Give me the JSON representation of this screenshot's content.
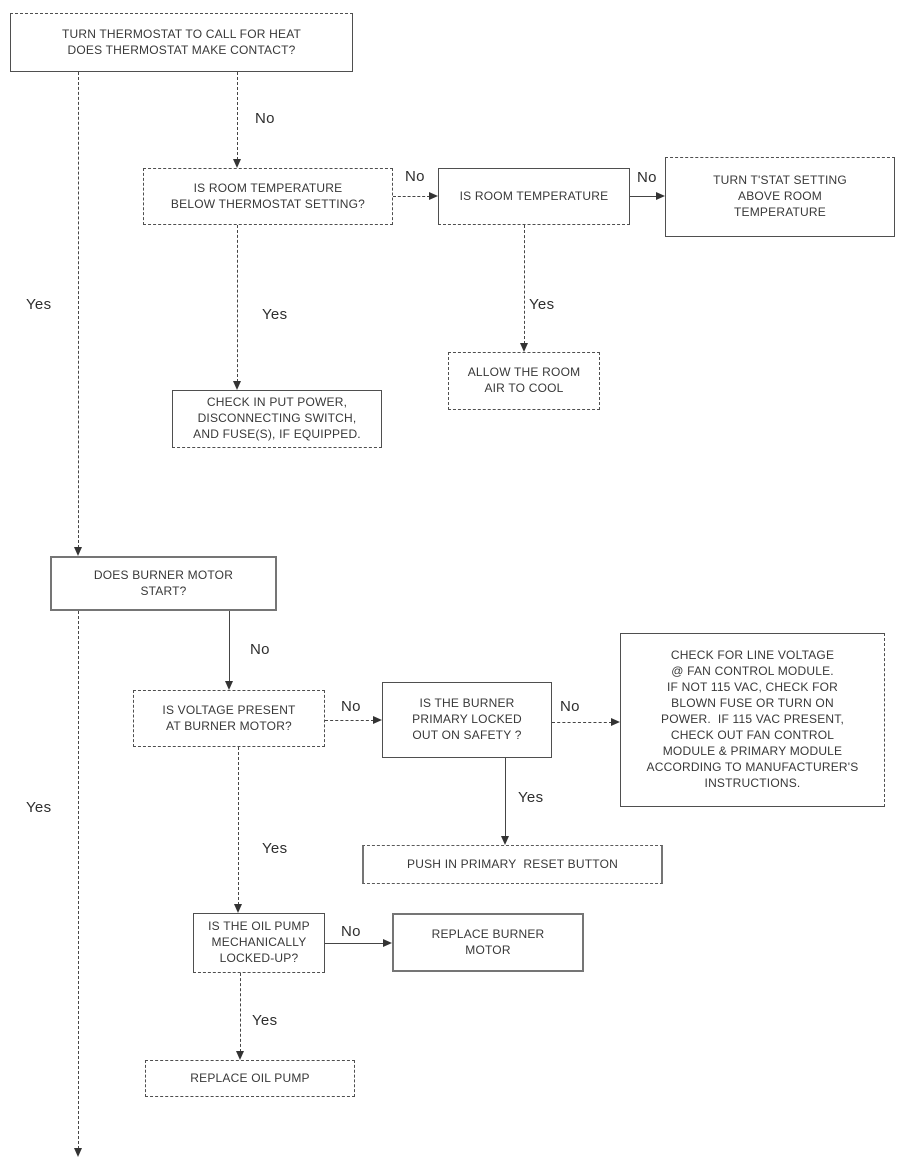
{
  "colors": {
    "background": "#ffffff",
    "ink": "#383838",
    "line": "#454545",
    "box_border": "#4f4f4f"
  },
  "diagram": {
    "type": "flowchart",
    "subject": "oil burner / thermostat heat call troubleshooting",
    "nodes": [
      {
        "id": "thermostat-contact",
        "text": "TURN THERMOSTAT TO CALL FOR HEAT\nDOES THERMOSTAT MAKE CONTACT?"
      },
      {
        "id": "room-temp-below",
        "text": "IS ROOM TEMPERATURE\nBELOW THERMOSTAT SETTING?"
      },
      {
        "id": "room-temperature",
        "text": "IS ROOM TEMPERATURE"
      },
      {
        "id": "tstat-above-room",
        "text": "TURN T'STAT SETTING\nABOVE ROOM\nTEMPERATURE"
      },
      {
        "id": "allow-room-cool",
        "text": "ALLOW THE ROOM\nAIR TO COOL"
      },
      {
        "id": "check-input-power",
        "text": "CHECK IN PUT POWER,\nDISCONNECTING SWITCH,\nAND FUSE(S), IF EQUIPPED."
      },
      {
        "id": "burner-motor-start",
        "text": "DOES BURNER MOTOR\nSTART?"
      },
      {
        "id": "voltage-at-burner",
        "text": "IS VOLTAGE PRESENT\nAT BURNER MOTOR?"
      },
      {
        "id": "primary-locked-out",
        "text": "IS THE BURNER\nPRIMARY LOCKED\nOUT ON SAFETY ?"
      },
      {
        "id": "check-line-voltage",
        "text": "CHECK FOR LINE VOLTAGE\n@ FAN CONTROL MODULE.\nIF NOT 115 VAC, CHECK FOR\nBLOWN FUSE OR TURN ON\nPOWER.  IF 115 VAC PRESENT,\nCHECK OUT FAN CONTROL\nMODULE & PRIMARY MODULE\nACCORDING TO MANUFACTURER'S\nINSTRUCTIONS."
      },
      {
        "id": "push-reset-button",
        "text": "PUSH IN PRIMARY  RESET BUTTON"
      },
      {
        "id": "oil-pump-locked",
        "text": "IS THE OIL PUMP\nMECHANICALLY\nLOCKED-UP?"
      },
      {
        "id": "replace-burner-motor",
        "text": "REPLACE BURNER\nMOTOR"
      },
      {
        "id": "replace-oil-pump",
        "text": "REPLACE OIL PUMP"
      }
    ],
    "edges": [
      {
        "from": "thermostat-contact",
        "to": "room-temp-below",
        "label": "No"
      },
      {
        "from": "thermostat-contact",
        "to": "burner-motor-start",
        "label": "Yes"
      },
      {
        "from": "room-temp-below",
        "to": "room-temperature",
        "label": "No"
      },
      {
        "from": "room-temp-below",
        "to": "check-input-power",
        "label": "Yes"
      },
      {
        "from": "room-temperature",
        "to": "tstat-above-room",
        "label": "No"
      },
      {
        "from": "room-temperature",
        "to": "allow-room-cool",
        "label": "Yes"
      },
      {
        "from": "burner-motor-start",
        "to": "voltage-at-burner",
        "label": "No"
      },
      {
        "from": "burner-motor-start",
        "to": "page-bottom",
        "label": "Yes"
      },
      {
        "from": "voltage-at-burner",
        "to": "primary-locked-out",
        "label": "No"
      },
      {
        "from": "voltage-at-burner",
        "to": "oil-pump-locked",
        "label": "Yes"
      },
      {
        "from": "primary-locked-out",
        "to": "check-line-voltage",
        "label": "No"
      },
      {
        "from": "primary-locked-out",
        "to": "push-reset-button",
        "label": "Yes"
      },
      {
        "from": "oil-pump-locked",
        "to": "replace-burner-motor",
        "label": "No"
      },
      {
        "from": "oil-pump-locked",
        "to": "replace-oil-pump",
        "label": "Yes"
      }
    ]
  }
}
